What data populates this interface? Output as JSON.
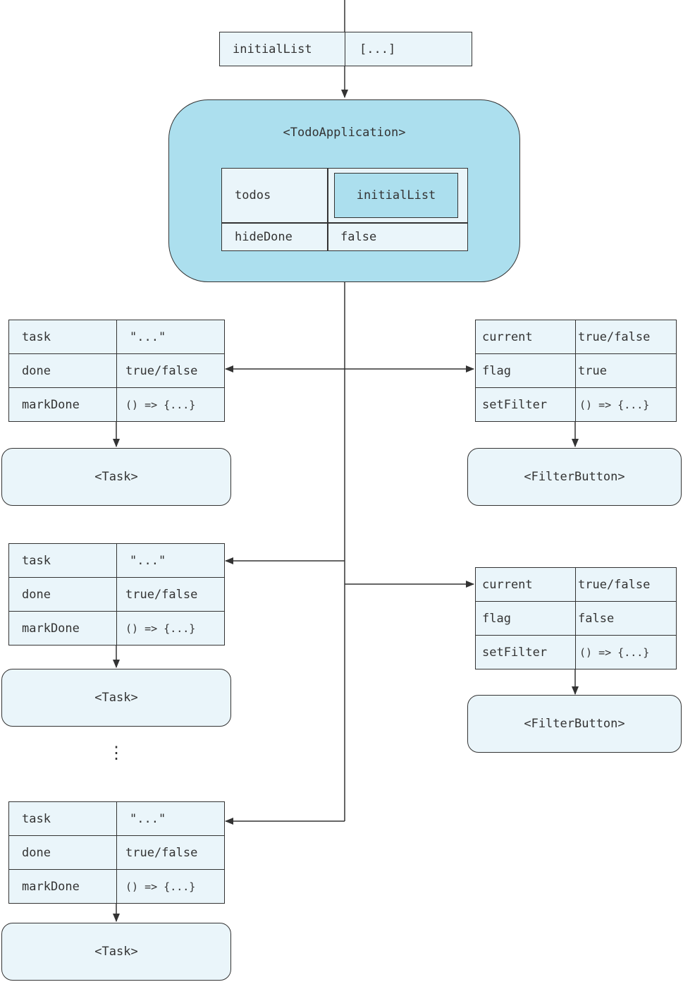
{
  "props_input": {
    "name": "initialList",
    "value": "[...]"
  },
  "app": {
    "title": "<TodoApplication>",
    "state": [
      {
        "name": "todos",
        "value": "initialList"
      },
      {
        "name": "hideDone",
        "value": "false"
      }
    ]
  },
  "tasks": [
    {
      "props": [
        {
          "name": "task",
          "value": "\"...\""
        },
        {
          "name": "done",
          "value": "true/false"
        },
        {
          "name": "markDone",
          "value": "() => {...}"
        }
      ],
      "component": "<Task>"
    },
    {
      "props": [
        {
          "name": "task",
          "value": "\"...\""
        },
        {
          "name": "done",
          "value": "true/false"
        },
        {
          "name": "markDone",
          "value": "() => {...}"
        }
      ],
      "component": "<Task>"
    },
    {
      "props": [
        {
          "name": "task",
          "value": "\"...\""
        },
        {
          "name": "done",
          "value": "true/false"
        },
        {
          "name": "markDone",
          "value": "() => {...}"
        }
      ],
      "component": "<Task>"
    }
  ],
  "filters": [
    {
      "props": [
        {
          "name": "current",
          "value": "true/false"
        },
        {
          "name": "flag",
          "value": "true"
        },
        {
          "name": "setFilter",
          "value": "() => {...}"
        }
      ],
      "component": "<FilterButton>"
    },
    {
      "props": [
        {
          "name": "current",
          "value": "true/false"
        },
        {
          "name": "flag",
          "value": "false"
        },
        {
          "name": "setFilter",
          "value": "() => {...}"
        }
      ],
      "component": "<FilterButton>"
    }
  ],
  "ellipsis": "⋮",
  "colors": {
    "component_fill": "#eaf5fa",
    "app_fill": "#acdfee",
    "stroke": "#333333"
  }
}
